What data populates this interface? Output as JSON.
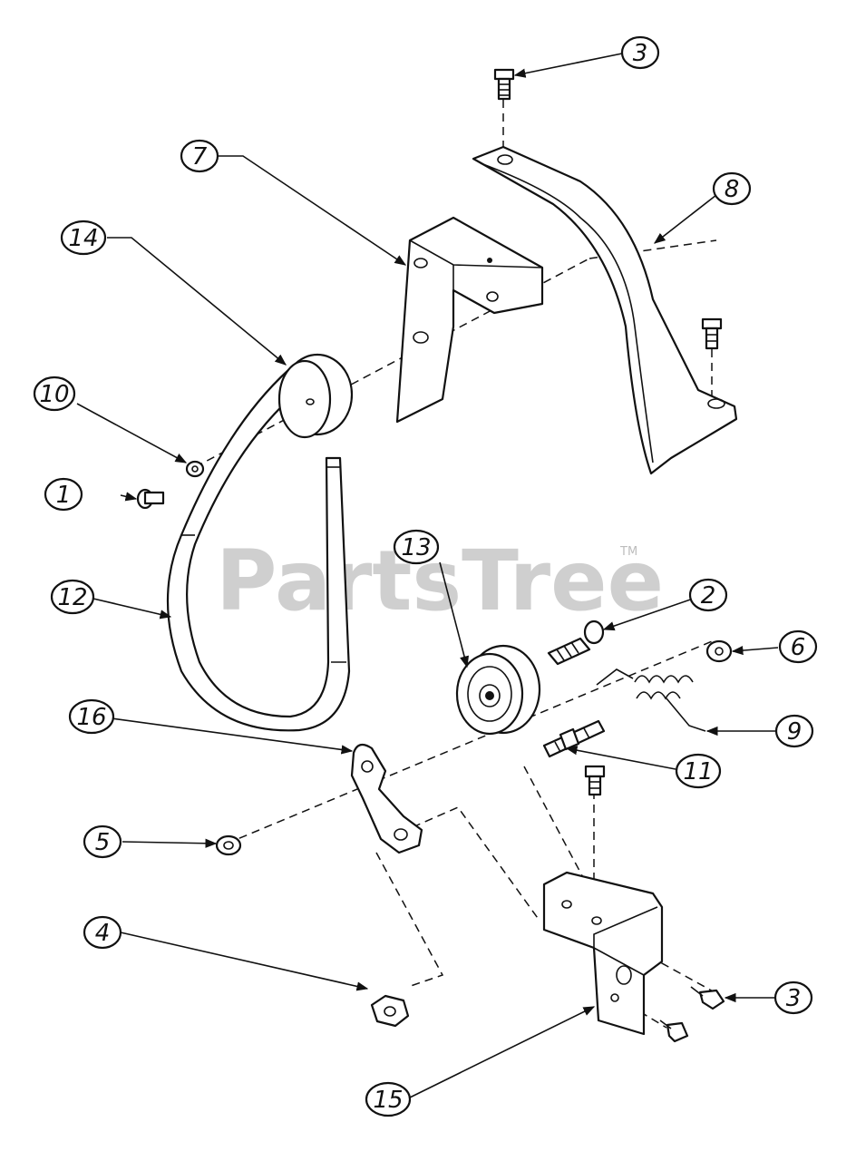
{
  "watermark": {
    "text": "PartsTree",
    "trademark": "TM"
  },
  "callouts": [
    {
      "label": "1"
    },
    {
      "label": "2"
    },
    {
      "label": "3"
    },
    {
      "label": "3"
    },
    {
      "label": "4"
    },
    {
      "label": "5"
    },
    {
      "label": "6"
    },
    {
      "label": "7"
    },
    {
      "label": "8"
    },
    {
      "label": "9"
    },
    {
      "label": "10"
    },
    {
      "label": "11"
    },
    {
      "label": "12"
    },
    {
      "label": "13"
    },
    {
      "label": "14"
    },
    {
      "label": "15"
    },
    {
      "label": "16"
    }
  ],
  "colors": {
    "line": "#111111",
    "watermark": "#cfcfcf"
  }
}
